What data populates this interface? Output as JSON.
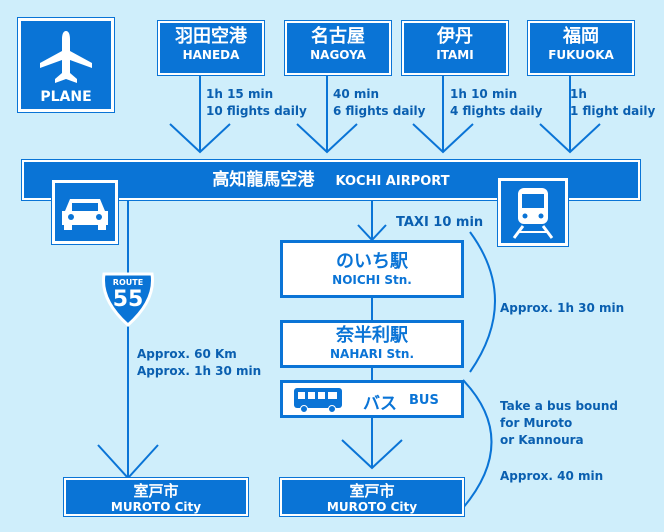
{
  "plane": {
    "label": "PLANE"
  },
  "origins": [
    {
      "jp": "羽田空港",
      "en": "HANEDA",
      "time": "1h 15 min",
      "freq": "10 flights daily"
    },
    {
      "jp": "名古屋",
      "en": "NAGOYA",
      "time": "40 min",
      "freq": "6 flights daily"
    },
    {
      "jp": "伊丹",
      "en": "ITAMI",
      "time": "1h 10 min",
      "freq": "4 flights daily"
    },
    {
      "jp": "福岡",
      "en": "FUKUOKA",
      "time": "1h",
      "freq": "1 flight daily"
    }
  ],
  "airport": {
    "jp": "高知龍馬空港",
    "en": "KOCHI AIRPORT"
  },
  "road": {
    "route_label": "ROUTE",
    "route_number": "55",
    "distance": "Approx. 60 Km",
    "time": "Approx. 1h 30 min"
  },
  "taxi": {
    "label": "TAXI 10 min"
  },
  "stations": [
    {
      "jp": "のいち駅",
      "en": "NOICHI Stn."
    },
    {
      "jp": "奈半利駅",
      "en": "NAHARI Stn."
    }
  ],
  "bus": {
    "jp": "バス",
    "en": "BUS"
  },
  "rail": {
    "time": "Approx. 1h 30 min"
  },
  "bus_info": {
    "line1": "Take a bus bound",
    "line2": "for Muroto",
    "line3": "or Kannoura",
    "time": "Approx. 40 min"
  },
  "destinations": [
    {
      "jp": "室戸市",
      "en": "MUROTO City"
    },
    {
      "jp": "室戸市",
      "en": "MUROTO City"
    }
  ],
  "colors": {
    "background": "#cfeefb",
    "blue": "#0a74d6",
    "text": "#0a5fb0"
  }
}
